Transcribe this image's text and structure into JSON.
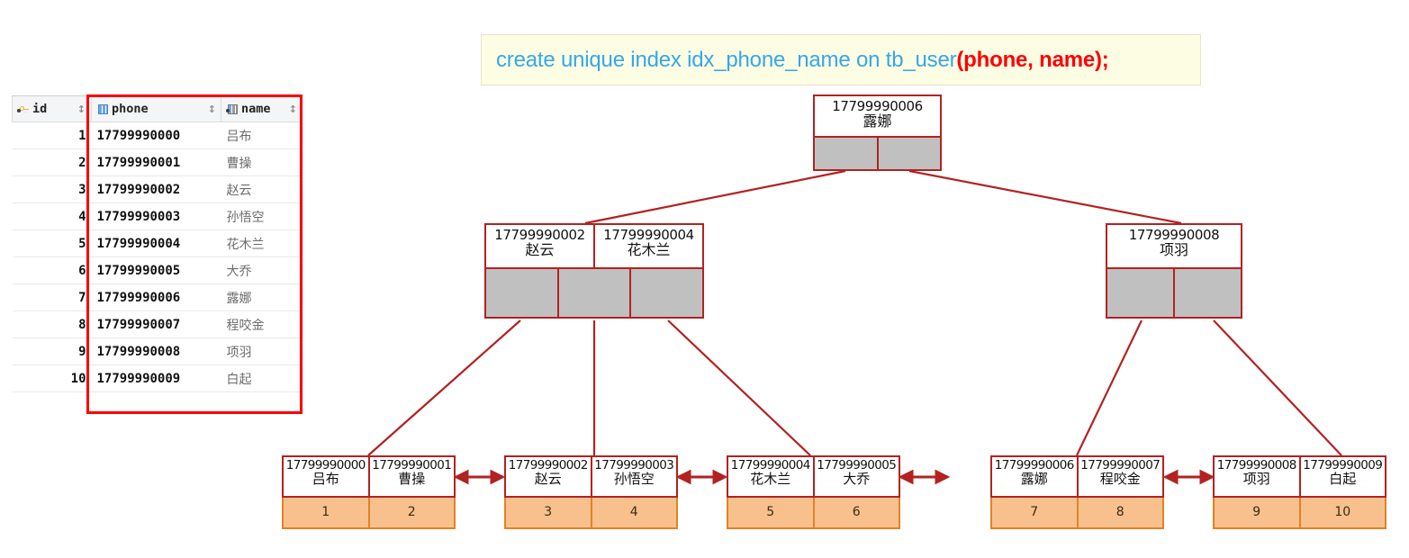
{
  "sql": {
    "text_blue": "create unique index idx_phone_name on tb_user",
    "text_red": "(phone, name);"
  },
  "table": {
    "columns": [
      {
        "label": "id",
        "icon": "primary-key-icon",
        "sort": "↕"
      },
      {
        "label": "phone",
        "icon": "column-icon",
        "sort": "↕"
      },
      {
        "label": "name",
        "icon": "column-icon",
        "sort": "↕"
      }
    ],
    "rows": [
      {
        "id": "1",
        "phone": "17799990000",
        "name": "吕布"
      },
      {
        "id": "2",
        "phone": "17799990001",
        "name": "曹操"
      },
      {
        "id": "3",
        "phone": "17799990002",
        "name": "赵云"
      },
      {
        "id": "4",
        "phone": "17799990003",
        "name": "孙悟空"
      },
      {
        "id": "5",
        "phone": "17799990004",
        "name": "花木兰"
      },
      {
        "id": "6",
        "phone": "17799990005",
        "name": "大乔"
      },
      {
        "id": "7",
        "phone": "17799990006",
        "name": "露娜"
      },
      {
        "id": "8",
        "phone": "17799990007",
        "name": "程咬金"
      },
      {
        "id": "9",
        "phone": "17799990008",
        "name": "项羽"
      },
      {
        "id": "10",
        "phone": "17799990009",
        "name": "白起"
      }
    ]
  },
  "tree": {
    "root": {
      "keys": [
        {
          "phone": "17799990006",
          "name": "露娜"
        }
      ],
      "pointers": 2
    },
    "internal": [
      {
        "keys": [
          {
            "phone": "17799990002",
            "name": "赵云"
          },
          {
            "phone": "17799990004",
            "name": "花木兰"
          }
        ],
        "pointers": 3
      },
      {
        "keys": [
          {
            "phone": "17799990008",
            "name": "项羽"
          }
        ],
        "pointers": 2
      }
    ],
    "leaves": [
      {
        "keys": [
          {
            "phone": "17799990000",
            "name": "吕布"
          },
          {
            "phone": "17799990001",
            "name": "曹操"
          }
        ],
        "data": [
          "1",
          "2"
        ]
      },
      {
        "keys": [
          {
            "phone": "17799990002",
            "name": "赵云"
          },
          {
            "phone": "17799990003",
            "name": "孙悟空"
          }
        ],
        "data": [
          "3",
          "4"
        ]
      },
      {
        "keys": [
          {
            "phone": "17799990004",
            "name": "花木兰"
          },
          {
            "phone": "17799990005",
            "name": "大乔"
          }
        ],
        "data": [
          "5",
          "6"
        ]
      },
      {
        "keys": [
          {
            "phone": "17799990006",
            "name": "露娜"
          },
          {
            "phone": "17799990007",
            "name": "程咬金"
          }
        ],
        "data": [
          "7",
          "8"
        ]
      },
      {
        "keys": [
          {
            "phone": "17799990008",
            "name": "项羽"
          },
          {
            "phone": "17799990009",
            "name": "白起"
          }
        ],
        "data": [
          "9",
          "10"
        ]
      }
    ]
  },
  "colors": {
    "highlight_border": "#fb0006",
    "node_border": "#b22222",
    "pointer_fill": "#c0c0c0",
    "leaf_data_fill": "#f8c08c",
    "leaf_data_border": "#e08327",
    "sql_bg": "#fdfde4",
    "sql_text": "#35a7e8",
    "sql_accent": "#ff0000"
  }
}
